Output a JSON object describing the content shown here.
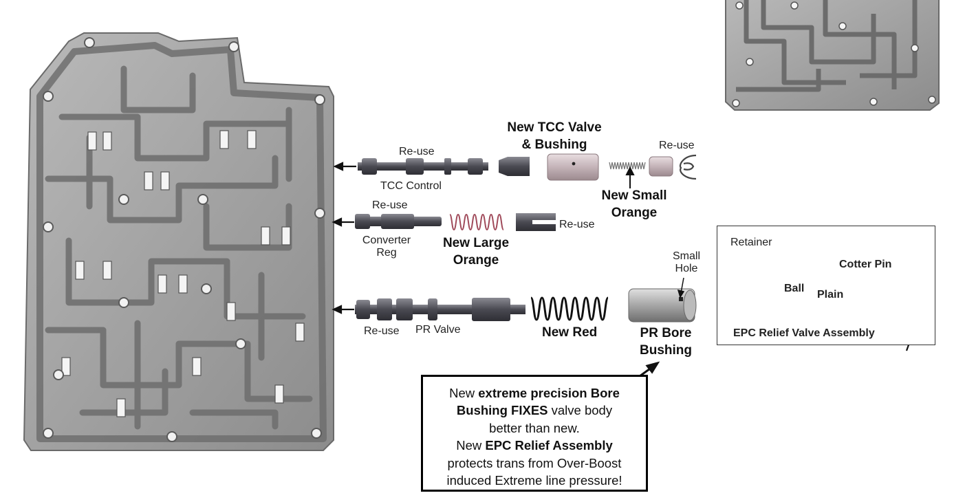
{
  "labels": {
    "reuse_tcc": "Re-use",
    "tcc_control": "TCC Control",
    "new_tcc_line1": "New TCC Valve",
    "new_tcc_line2": "& Bushing",
    "reuse_tcc_end": "Re-use",
    "new_small_orange_line1": "New Small",
    "new_small_orange_line2": "Orange",
    "reuse_converter": "Re-use",
    "converter_reg_line1": "Converter",
    "converter_reg_line2": "Reg",
    "new_large_orange_line1": "New Large",
    "new_large_orange_line2": "Orange",
    "reuse_clip": "Re-use",
    "reuse_pr": "Re-use",
    "pr_valve": "PR Valve",
    "new_red": "New Red",
    "small_hole_line1": "Small",
    "small_hole_line2": "Hole",
    "pr_bore_line1": "PR Bore",
    "pr_bore_line2": "Bushing"
  },
  "callout": {
    "line1_a": "New ",
    "line1_b": "extreme precision Bore",
    "line2_b": "Bushing FIXES",
    "line2_c": " valve body",
    "line3": "better than new.",
    "line4_a": "New ",
    "line4_b": "EPC Relief Assembly",
    "line5": "protects trans from Over-Boost",
    "line6": "induced Extreme line pressure!"
  },
  "epc_inset": {
    "retainer": "Retainer",
    "cotter_pin": "Cotter Pin",
    "ball": "Ball",
    "plain": "Plain",
    "title": "EPC Relief Valve Assembly"
  },
  "colors": {
    "valve_body": "#8e8e8e",
    "valve_grey": "#5f5f66",
    "orange_spring": "#a04a5a",
    "red_spring": "#111111",
    "bushing": "#c7b8bd"
  }
}
